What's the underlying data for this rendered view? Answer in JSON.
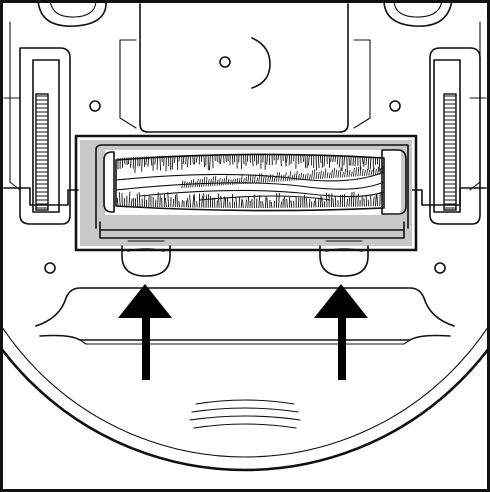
{
  "figure": {
    "subject": "robot-vacuum-underside",
    "brushroll_compartment_fill": "#c8c8c8",
    "line_color": "#111111",
    "arrow_color": "#000000",
    "arrow_count": 2,
    "arrow_direction": "up",
    "latch_tab_count": 2
  }
}
